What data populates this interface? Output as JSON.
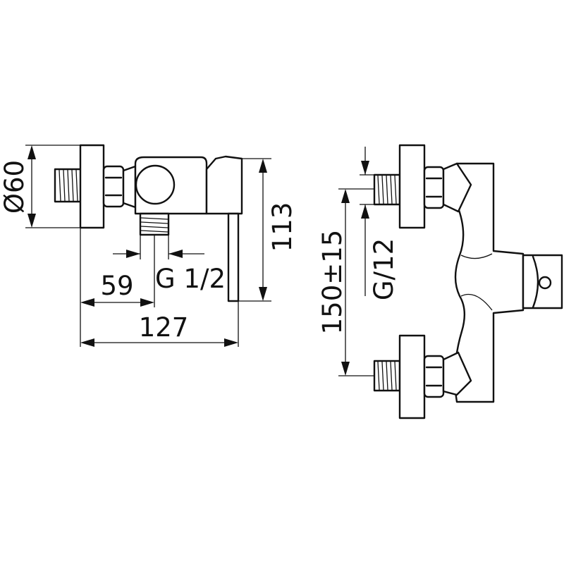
{
  "dimensions": {
    "diameter": "Ø60",
    "height_113": "113",
    "outlet_thread": "G 1/2",
    "offset_59": "59",
    "depth_127": "127",
    "spacing": "150±15",
    "inlet_thread": "G/12"
  },
  "colors": {
    "line": "#111111",
    "background": "#ffffff"
  }
}
